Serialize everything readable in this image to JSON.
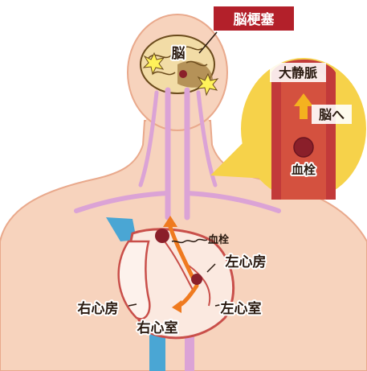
{
  "labels": {
    "stroke": "脳梗塞",
    "brain": "脳",
    "great_vein": "大静脈",
    "to_brain": "脳へ",
    "thrombus_zoom": "血栓",
    "thrombus_heart": "血栓",
    "left_atrium": "左心房",
    "left_ventricle": "左心室",
    "right_atrium": "右心房",
    "right_ventricle": "右心室"
  },
  "colors": {
    "skin": "#f7d3bd",
    "skin_outline": "#e9a98c",
    "artery": "#dba3d6",
    "brain": "#f2dca6",
    "brain_shadow": "#a07a3d",
    "vein_blue": "#4aa6d4",
    "heart_wall": "#c94f4a",
    "zoom_bg": "#f6d24a",
    "vessel": "#c23a3a",
    "thrombus": "#8a1f2a",
    "arrow_orange": "#ef7a1f",
    "title_red": "#b3202a"
  }
}
